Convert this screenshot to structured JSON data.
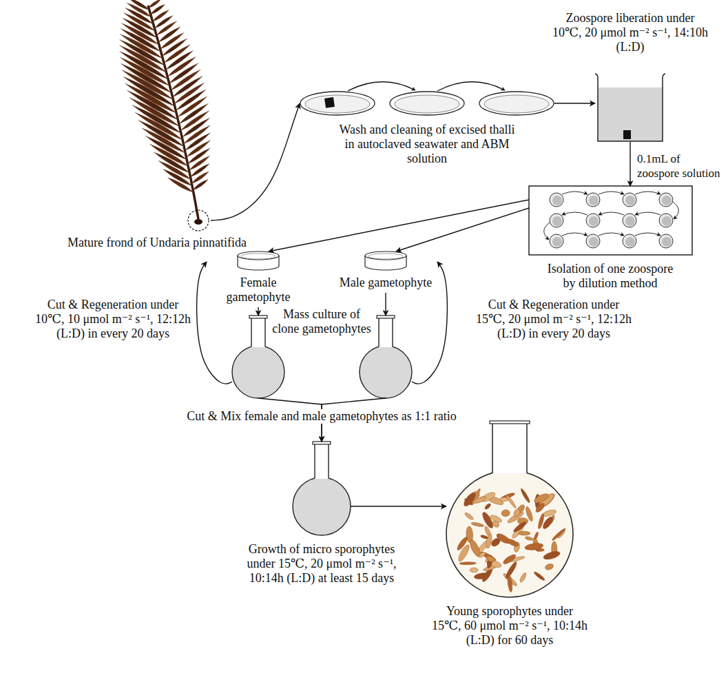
{
  "diagram": {
    "nodes": [
      {
        "text": [
          "Mature frond of Undaria pinnatifida"
        ]
      },
      {
        "text": [
          "Wash and cleaning of excised thalli in autoclaved seawater and ABM solution"
        ]
      },
      {
        "text": [
          "Zoospore liberation under 10℃, 20 μmol m⁻² s⁻¹, 14:10h (L:D)"
        ]
      },
      {
        "text": [
          "Isolation of one zoospore by dilution method"
        ]
      },
      {
        "text": [
          "Female gametophyte"
        ]
      },
      {
        "text": [
          "Male gametophyte"
        ]
      },
      {
        "text": []
      },
      {
        "text": []
      },
      {
        "text": [
          "Growth of micro sporophytes under 15℃, 20 μmol m⁻² s⁻¹, 10:14h (L:D) at least 15 days"
        ]
      },
      {
        "text": [
          "Young sporophytes under 15℃, 60 μmol m⁻² s⁻¹, 10:14h (L:D) for 60 days"
        ]
      }
    ],
    "edges": [
      {
        "from": 0,
        "to": 1,
        "arrow": "to"
      },
      {
        "from": 1,
        "to": 2,
        "arrow": "to"
      },
      {
        "from": 2,
        "to": 3,
        "label": "0.1mL of zoospore solution",
        "arrow": "to"
      },
      {
        "from": 3,
        "to": 4,
        "arrow": "to"
      },
      {
        "from": 3,
        "to": 5,
        "arrow": "to"
      },
      {
        "from": 4,
        "to": 6,
        "arrow": "to"
      },
      {
        "from": 5,
        "to": 7,
        "arrow": "to"
      },
      {
        "from": 6,
        "to": 4,
        "label": "Cut & Regeneration under 10℃, 10 μmol m⁻² s⁻¹, 12:12h (L:D) in every 20 days",
        "arrow": "to"
      },
      {
        "from": 7,
        "to": 5,
        "label": "Cut & Regeneration under 15℃, 20 μmol m⁻² s⁻¹, 12:12h (L:D) in every 20 days",
        "arrow": "to"
      },
      {
        "from": 6,
        "to": 8,
        "label": "Cut & Mix female and male gametophytes as 1:1 ratio",
        "arrow": "to"
      },
      {
        "from": 7,
        "to": 8,
        "arrow": "to"
      },
      {
        "from": 8,
        "to": 9,
        "arrow": "to"
      }
    ],
    "labels": [
      "Mass culture of clone gametophytes"
    ]
  }
}
